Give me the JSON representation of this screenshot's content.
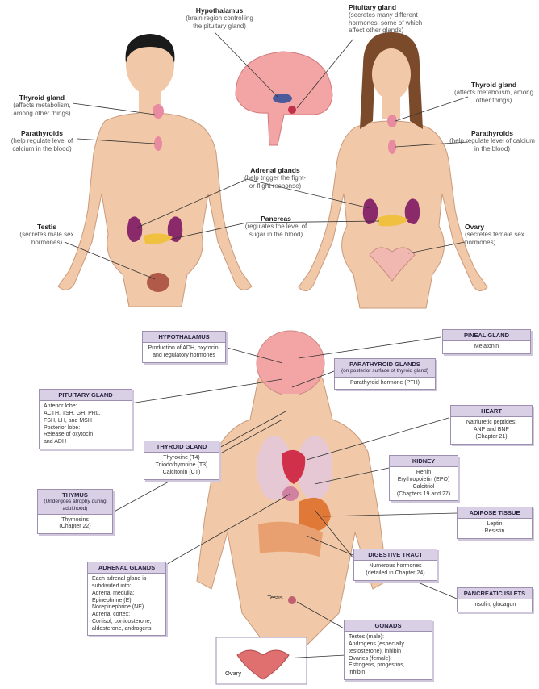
{
  "top": {
    "hypothalamus": {
      "name": "Hypothalamus",
      "desc": "(brain region controlling the pituitary gland)"
    },
    "pituitary": {
      "name": "Pituitary gland",
      "desc": "(secretes many different hormones, some of which affect other glands)"
    },
    "thyroid_left": {
      "name": "Thyroid gland",
      "desc": "(affects metabolism, among other things)"
    },
    "thyroid_right": {
      "name": "Thyroid gland",
      "desc": "(affects metabolism, among other things)"
    },
    "parathyroid_left": {
      "name": "Parathyroids",
      "desc": "(help regulate level of calcium in the blood)"
    },
    "parathyroid_right": {
      "name": "Parathyroids",
      "desc": "(help regulate level of calcium in the blood)"
    },
    "adrenal": {
      "name": "Adrenal glands",
      "desc": "(help trigger the fight-or-flight response)"
    },
    "pancreas": {
      "name": "Pancreas",
      "desc": "(regulates the level of sugar in the blood)"
    },
    "testis": {
      "name": "Testis",
      "desc": "(secretes male sex hormones)"
    },
    "ovary": {
      "name": "Ovary",
      "desc": "(secretes female sex hormones)"
    }
  },
  "boxes": {
    "hypothalamus": {
      "title": "HYPOTHALAMUS",
      "body": "Production of ADH, oxytocin, and regulatory hormones"
    },
    "pineal": {
      "title": "PINEAL GLAND",
      "body": "Melatonin"
    },
    "parathyroid": {
      "title": "PARATHYROID GLANDS",
      "subtitle": "(on posterior surface of thyroid gland)",
      "body": "Parathyroid hormone (PTH)"
    },
    "pituitary": {
      "title": "PITUITARY GLAND",
      "body": "Anterior lobe:\n  ACTH, TSH, GH, PRL,\n  FSH, LH, and MSH\nPosterior lobe:\n  Release of oxytocin\n  and ADH"
    },
    "heart": {
      "title": "HEART",
      "body": "Natriuretic peptides:\nANP and BNP\n(Chapter 21)"
    },
    "thyroid": {
      "title": "THYROID GLAND",
      "body": "Thyroxine (T4)\nTriiodothyronine (T3)\nCalcitonin (CT)"
    },
    "kidney": {
      "title": "KIDNEY",
      "body": "Renin\nErythropoietin (EPO)\nCalcitriol\n(Chapters 19 and 27)"
    },
    "thymus": {
      "title": "THYMUS",
      "subtitle": "(Undergoes atrophy during adulthood)",
      "body": "Thymosins\n(Chapter 22)"
    },
    "adipose": {
      "title": "ADIPOSE TISSUE",
      "body": "Leptin\nResistin"
    },
    "digestive": {
      "title": "DIGESTIVE TRACT",
      "body": "Numerous hormones\n(detailed in Chapter 24)"
    },
    "adrenal": {
      "title": "ADRENAL GLANDS",
      "body": "Each adrenal gland is subdivided into:\nAdrenal medulla:\n  Epinephrine (E)\n  Norepinephrine (NE)\nAdrenal cortex:\n  Cortisol, corticosterone,\n  aldosterone, androgens"
    },
    "pancreatic": {
      "title": "PANCREATIC ISLETS",
      "body": "Insulin, glucagon"
    },
    "gonads": {
      "title": "GONADS",
      "body": "Testes (male):\n  Androgens (especially\n  testosterone), inhibin\nOvaries (female):\n  Estrogens, progestins,\n  inhibin"
    }
  },
  "small": {
    "testis": "Testis",
    "ovary": "Ovary"
  },
  "colors": {
    "skin": "#f2c9a8",
    "skin_dark": "#6b4a3a",
    "hair_male": "#1a1a1a",
    "hair_female": "#7a4a2a",
    "gland": "#e88aa0",
    "kidney": "#8a2a6a",
    "pancreas": "#f0c040",
    "box_header": "#d9d0e6"
  }
}
